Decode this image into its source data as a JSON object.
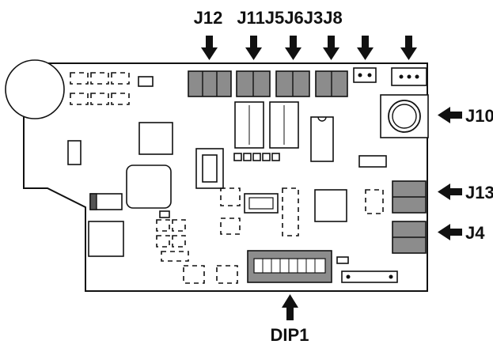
{
  "labels": {
    "j12": "J12",
    "j11_j5_j6_j3_j8": "J11J5J6J3J8",
    "j10": "J10",
    "j13": "J13",
    "j4": "J4",
    "dip1": "DIP1"
  },
  "colors": {
    "outline": "#111111",
    "connector_fill": "#8c8c8c",
    "board_fill": "#ffffff"
  }
}
